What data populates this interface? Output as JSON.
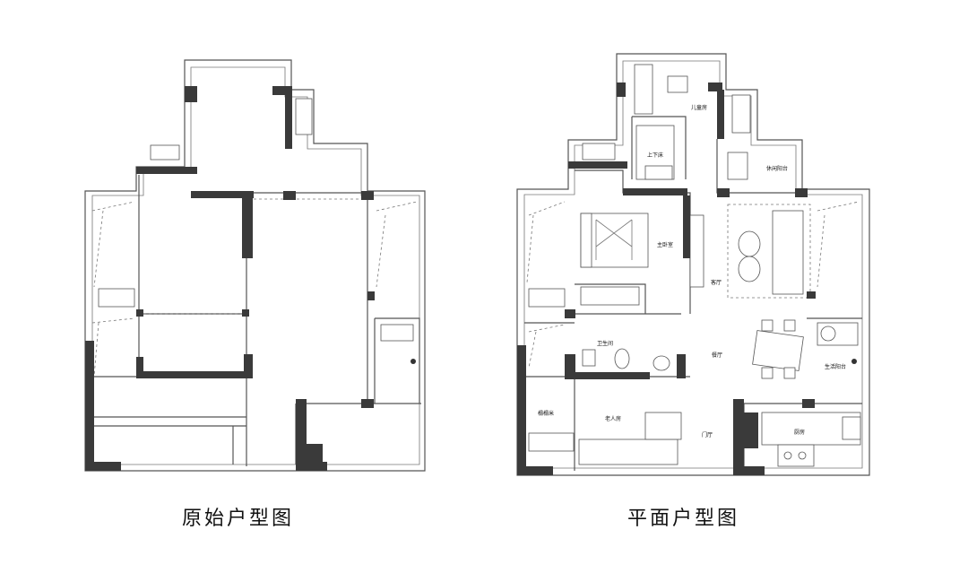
{
  "captions": {
    "original": "原始户型图",
    "plan": "平面户型图"
  },
  "rooms": {
    "kids_room": "儿童房",
    "bunk_bed": "上下床",
    "leisure_balcony": "休闲阳台",
    "master_bedroom": "主卧室",
    "living_room": "客厅",
    "bathroom": "卫生间",
    "dining_room": "餐厅",
    "utility_balcony": "生活阳台",
    "tatami": "榻榻米",
    "elderly_room": "老人房",
    "entrance": "门厅",
    "kitchen": "厨房"
  }
}
